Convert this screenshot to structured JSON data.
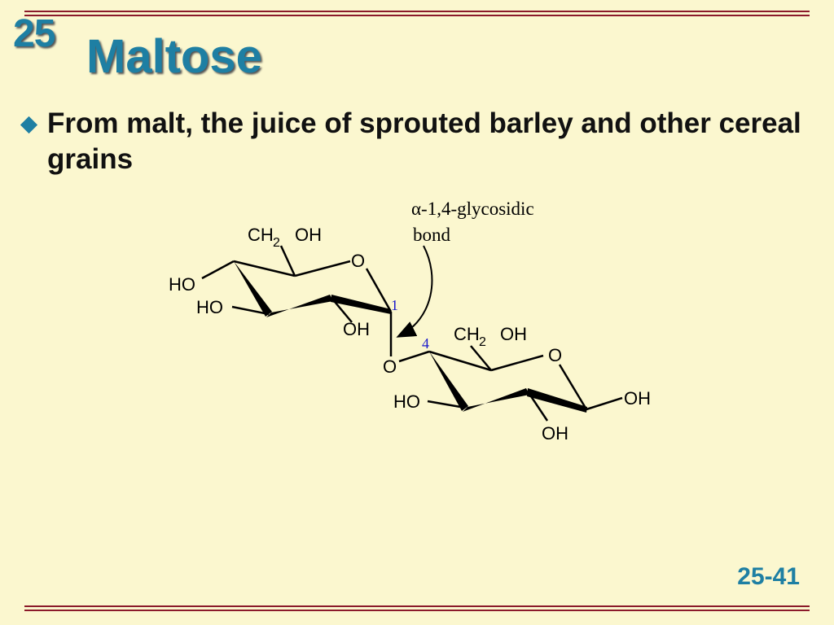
{
  "slide": {
    "chapter": "25",
    "title": "Maltose",
    "bullet": "From malt, the juice of sprouted barley and other cereal grains",
    "page_number": "25-41"
  },
  "structure": {
    "annotation_line1": "α-1,4-glycosidic",
    "annotation_line2": "bond",
    "ring1": {
      "ch2oh_main": "CH",
      "ch2oh_sub": "2",
      "ch2oh_oh": "OH",
      "ring_o": "O",
      "ho_upper": "HO",
      "ho_lower": "HO",
      "oh": "OH",
      "carbon_number": "1"
    },
    "bridge_o": "O",
    "ring2": {
      "carbon_number": "4",
      "ch2oh_main": "CH",
      "ch2oh_sub": "2",
      "ch2oh_oh": "OH",
      "ring_o": "O",
      "ho": "HO",
      "oh_bottom": "OH",
      "oh_right": "OH"
    }
  },
  "colors": {
    "background": "#fbf7cf",
    "accent": "#1e7fa3",
    "rule": "#8b1a2a",
    "carbon_numbers": "#1a1acc"
  }
}
